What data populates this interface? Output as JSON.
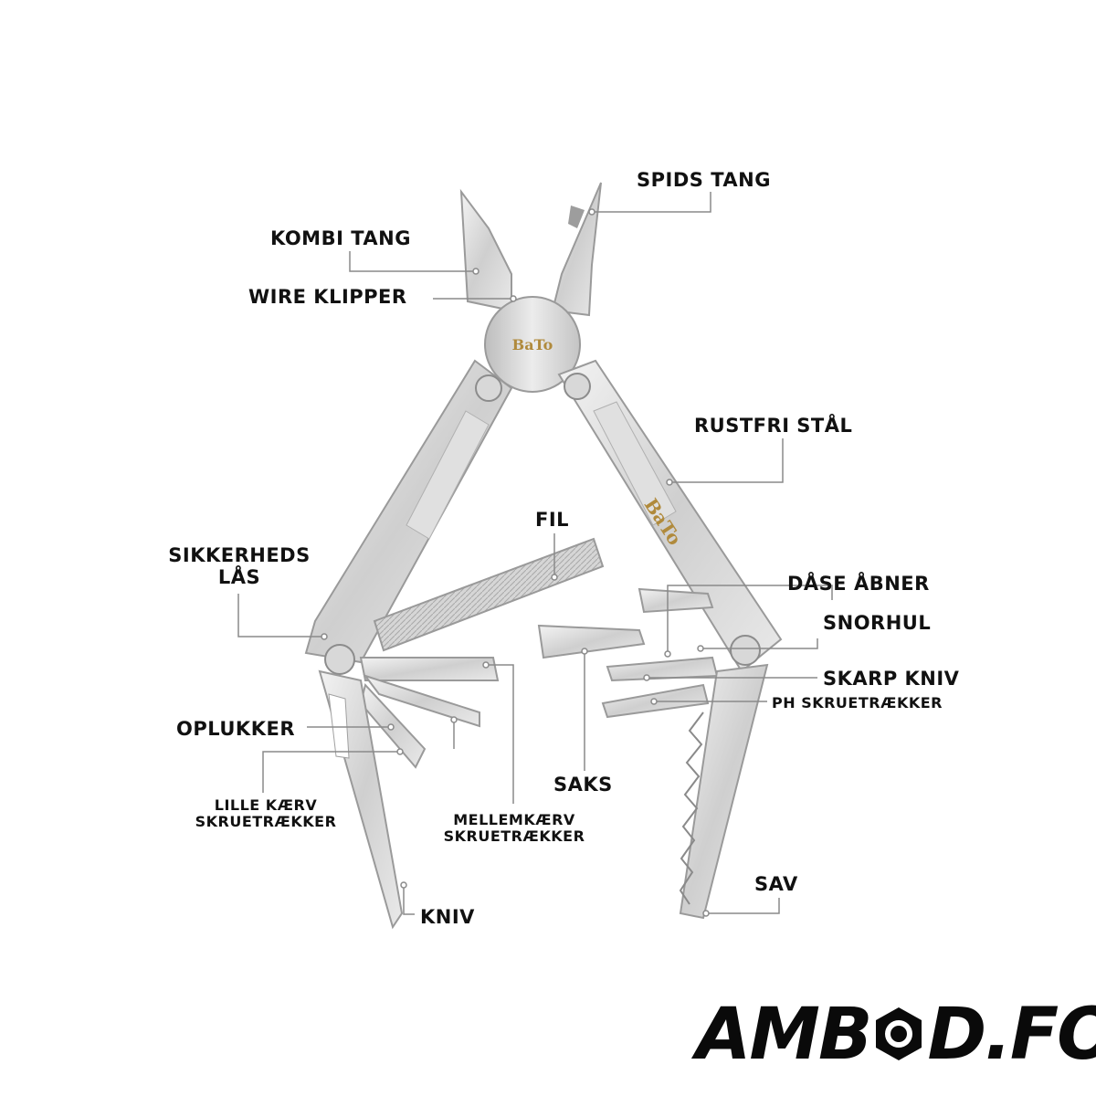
{
  "brand_mark": "BaTo",
  "labels": {
    "spids_tang": "SPIDS TANG",
    "kombi_tang": "KOMBI TANG",
    "wire_klipper": "WIRE KLIPPER",
    "rustfri_staal": "RUSTFRI STÅL",
    "fil": "FIL",
    "sikkerheds_line1": "SIKKERHEDS",
    "sikkerheds_line2": "LÅS",
    "daase_aabner": "DÅSE ÅBNER",
    "snorhul": "SNORHUL",
    "skarp_kniv": "SKARP KNIV",
    "ph_skruetraekker": "PH SKRUETRÆKKER",
    "oplukker": "OPLUKKER",
    "saks": "SAKS",
    "lille_line1": "LILLE KÆRV",
    "lille_line2": "SKRUETRÆKKER",
    "mellem_line1": "MELLEMKÆRV",
    "mellem_line2": "SKRUETRÆKKER",
    "sav": "SAV",
    "kniv": "KNIV"
  },
  "logo": {
    "left": "AMB",
    "right": "D.FO"
  }
}
